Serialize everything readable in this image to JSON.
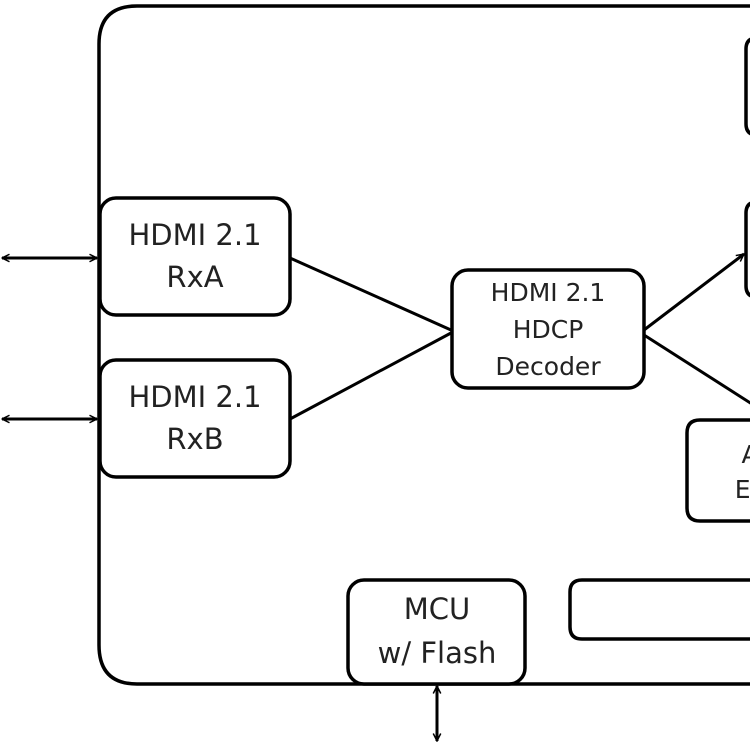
{
  "blocks": {
    "hdmi_rxa": {
      "line1": "HDMI 2.1",
      "line2": "RxA"
    },
    "hdmi_rxb": {
      "line1": "HDMI 2.1",
      "line2": "RxB"
    },
    "hdcp_decoder": {
      "line1": "HDMI 2.1",
      "line2": "HDCP",
      "line3": "Decoder"
    },
    "mcu": {
      "line1": "MCU",
      "line2": "w/ Flash"
    },
    "partial_block_lower_right": {
      "line1": "A",
      "line2": "Ext"
    }
  }
}
